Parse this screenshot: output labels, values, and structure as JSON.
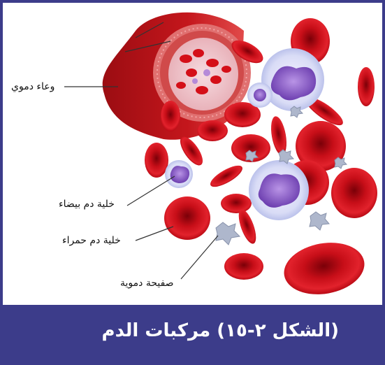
{
  "labels": {
    "blood_vessel": "وعاء دموي",
    "white_blood_cell": "خلية دم بيضاء",
    "red_blood_cell": "خلية دم حمراء",
    "platelet": "صفيحة دموية"
  },
  "caption": "(الشكل ٢-١٥) مركبات الدم",
  "colors": {
    "frame": "#3c3c8a",
    "caption_text": "#ffffff",
    "red_cell": "#d7111c",
    "white_cell": "#8a62c8",
    "platelet": "#aeb7cc"
  }
}
